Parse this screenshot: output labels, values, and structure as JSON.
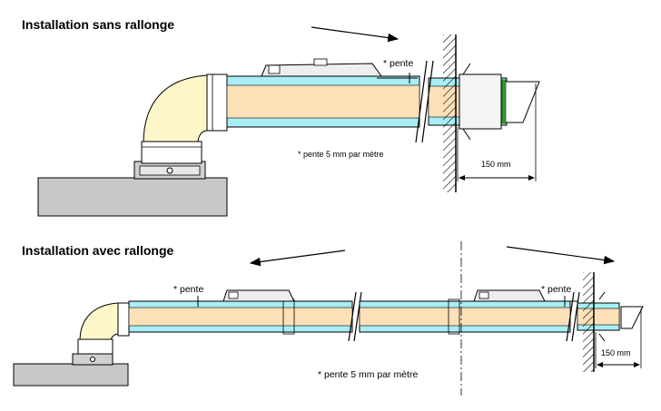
{
  "top": {
    "title": "Installation sans rallonge",
    "slope_marker": "* pente",
    "slope_note": "* pente 5 mm par mètre",
    "dimension": "150 mm"
  },
  "bottom": {
    "title": "Installation avec rallonge",
    "slope_marker_left": "* pente",
    "slope_marker_right": "* pente",
    "slope_note": "* pente 5 mm par mètre",
    "dimension": "150 mm"
  },
  "colors": {
    "outer_duct": "#a8eef5",
    "inner_duct": "#fce0b8",
    "elbow": "#fcf6c8",
    "floor_block": "#c8c8c8",
    "seal_green": "#2e9b2e",
    "line": "#000000"
  }
}
